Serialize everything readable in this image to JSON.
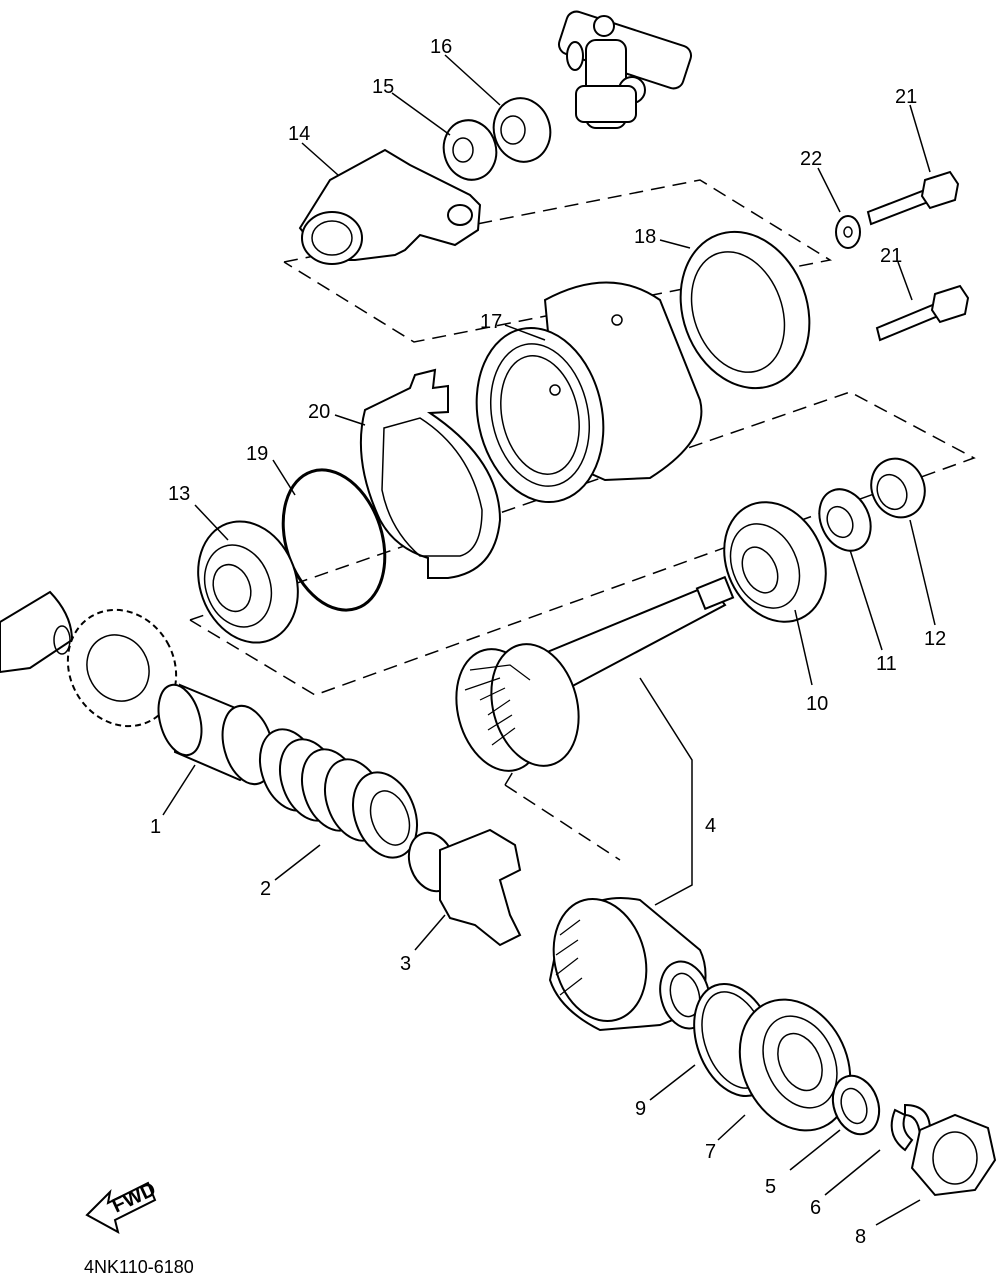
{
  "callouts": [
    "1",
    "2",
    "3",
    "4",
    "5",
    "6",
    "7",
    "8",
    "9",
    "10",
    "11",
    "12",
    "13",
    "14",
    "15",
    "16",
    "17",
    "18",
    "19",
    "20",
    "21",
    "22"
  ],
  "fwd_label": "FWD",
  "part_code": "4NK110-6180"
}
